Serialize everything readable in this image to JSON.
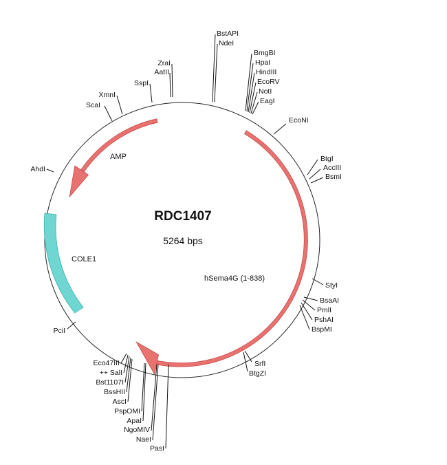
{
  "plasmid": {
    "name": "RDC1407",
    "size_label": "5264 bps"
  },
  "colors": {
    "backbone": "#222222",
    "gene_fill": "#e8726f",
    "gene_stroke": "#c84a48",
    "origin_fill": "#6fd6d2",
    "origin_stroke": "#3fb0ac"
  },
  "features": [
    {
      "id": "amp",
      "label": "AMP",
      "type": "gene",
      "direction": "reverse"
    },
    {
      "id": "hsema4g",
      "label": "hSema4G (1-838)",
      "type": "gene",
      "direction": "forward"
    },
    {
      "id": "cole1",
      "label": "COLE1",
      "type": "origin",
      "direction": "none"
    }
  ],
  "sites": {
    "bstapi": "BstAPI",
    "ndei": "NdeI",
    "bmgbi": "BmgBI",
    "hpai": "HpaI",
    "hindiii": "HindIII",
    "ecorv": "EcoRV",
    "noti": "NotI",
    "eagi": "EagI",
    "econi": "EcoNI",
    "btgi": "BtgI",
    "acciii": "AccIII",
    "bsmi": "BsmI",
    "styi": "StyI",
    "bsaai": "BsaAI",
    "pmli": "PmlI",
    "pshai": "PshAI",
    "bspmi": "BspMI",
    "srfi": "SrfI",
    "btgzi": "BtgZI",
    "pasi": "PasI",
    "naei": "NaeI",
    "ngomiv": "NgoMIV",
    "apai": "ApaI",
    "psppomi": "PspOMI",
    "asci": "AscI",
    "bsshii": "BssHII",
    "bst1107i": "Bst1107I",
    "sali": "++ SalI",
    "eco47iii": "Eco47III",
    "pcii": "PciI",
    "ahdi": "AhdI",
    "scai": "ScaI",
    "xmni": "XmnI",
    "sspi": "SspI",
    "aatii": "AatII",
    "zrai": "ZraI"
  }
}
